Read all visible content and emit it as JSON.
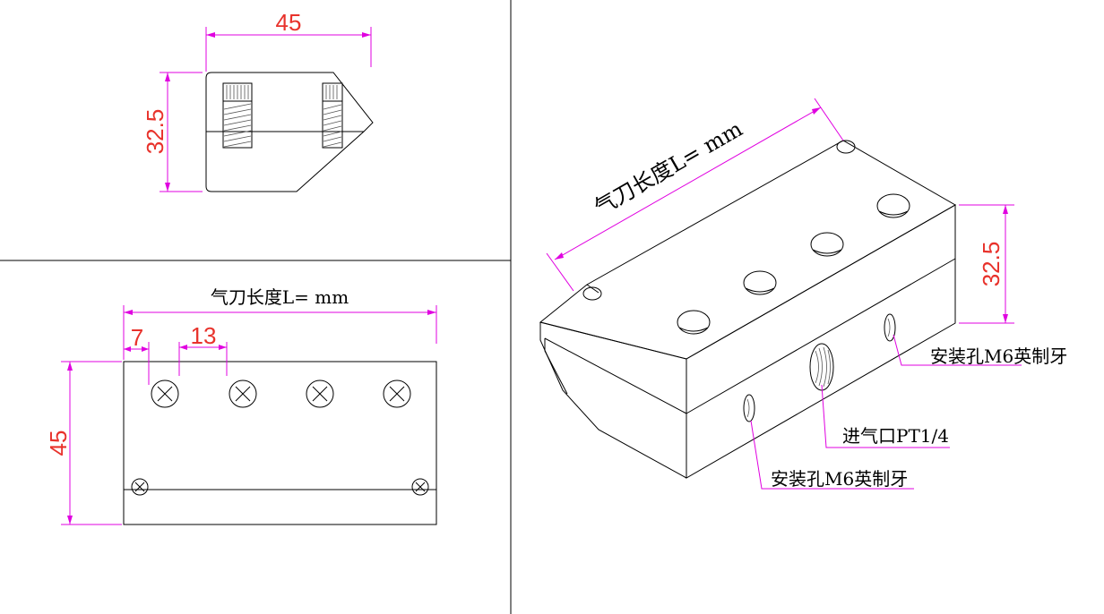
{
  "colors": {
    "line": "#000000",
    "dimension_line": "#e000e0",
    "dimension_text": "#e8322b",
    "label_text": "#000000",
    "background": "#ffffff"
  },
  "views": {
    "side": {
      "width_dim": "45",
      "height_dim": "32.5"
    },
    "front": {
      "length_label": "气刀长度L=  mm",
      "offset_dim": "7",
      "spacing_dim": "13",
      "height_dim": "45"
    },
    "iso": {
      "length_label": "气刀长度L=  mm",
      "height_dim": "32.5",
      "callouts": {
        "mount_hole_right": "安装孔M6英制牙",
        "air_inlet": "进气口PT1/4",
        "mount_hole_left": "安装孔M6英制牙"
      }
    }
  }
}
